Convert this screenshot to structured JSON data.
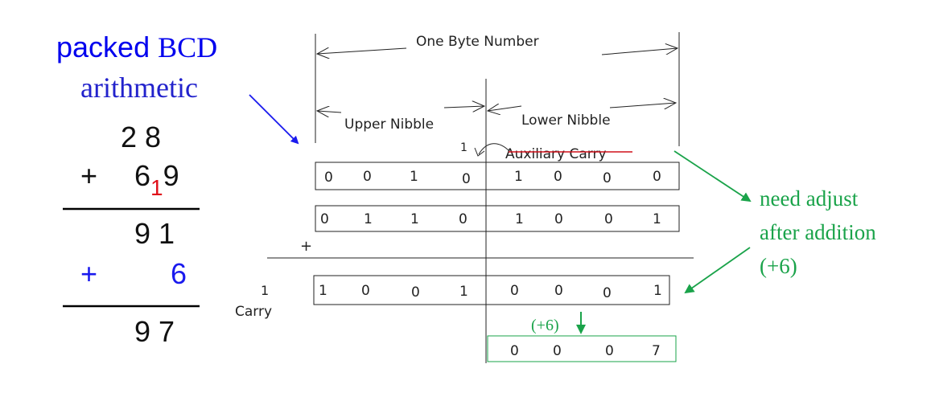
{
  "title": {
    "line1": "packed",
    "line1b": "BCD",
    "line2": "arithmetic"
  },
  "sum": {
    "row1": "2 8",
    "plus1": "+",
    "row2_a": "6",
    "row2_carry": "1",
    "row2_b": "9",
    "row3": "9 1",
    "plus2": "+",
    "row4": "6",
    "row5": "9 7"
  },
  "diagram": {
    "byte_label": "One Byte Number",
    "upper_label": "Upper Nibble",
    "lower_label": "Lower Nibble",
    "aux_label": "Auxiliary Carry",
    "aux_bit": "1",
    "row1_bits": [
      "0",
      "0",
      "1",
      "0",
      "1",
      "0",
      "0",
      "0"
    ],
    "row2_bits": [
      "0",
      "1",
      "1",
      "0",
      "1",
      "0",
      "0",
      "1"
    ],
    "result_bits": [
      "1",
      "0",
      "0",
      "1",
      "0",
      "0",
      "0",
      "1"
    ],
    "plus": "+",
    "carry_bit": "1",
    "carry_label": "Carry",
    "adjusted_bits": [
      "0",
      "0",
      "0",
      "7"
    ],
    "adjust_note": "(+6)"
  },
  "notes": {
    "line1": "need adjust",
    "line2": "after addition",
    "line3": "(+6)"
  },
  "colors": {
    "blue_arrow": "#1a1aee",
    "green": "#1aa34a",
    "red_underline": "#d0101a"
  }
}
